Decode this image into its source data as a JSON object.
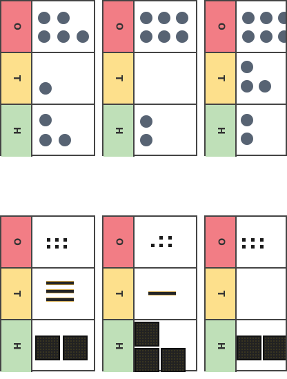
{
  "labels": {
    "o": "O",
    "t": "T",
    "h": "H"
  },
  "place_value_cards": [
    {
      "ones": 5,
      "tens": 1,
      "hundreds": 3
    },
    {
      "ones": 6,
      "tens": 0,
      "hundreds": 2
    },
    {
      "ones": 6,
      "tens": 3,
      "hundreds": 2
    },
    {
      "ones": 6,
      "tens": 3,
      "hundreds": 2
    },
    {
      "ones": 5,
      "tens": 1,
      "hundreds": 3
    },
    {
      "ones": 6,
      "tens": 0,
      "hundreds": 2
    }
  ]
}
